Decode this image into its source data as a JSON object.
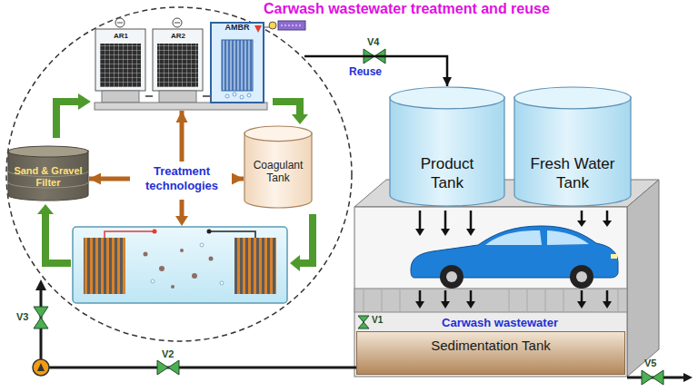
{
  "diagram": {
    "title": "Carwash wastewater treatment and reuse",
    "nodes": [
      {
        "text": [
          "Treatment technologies"
        ]
      },
      {
        "text": [
          "Sand & Gravel Filter"
        ]
      },
      {
        "text": [
          "Coagulant Tank"
        ]
      },
      {
        "text": [
          "AMBR"
        ]
      },
      {
        "text": [
          "Product Tank"
        ]
      },
      {
        "text": [
          "Fresh Water Tank"
        ]
      },
      {
        "text": [
          "Carwash wastewater"
        ]
      },
      {
        "text": [
          "Sedimentation Tank"
        ]
      }
    ],
    "edges": [
      {
        "from": 0,
        "to": 1,
        "arrow": "to"
      },
      {
        "from": 0,
        "to": 2,
        "arrow": "to"
      },
      {
        "from": 0,
        "to": 3,
        "arrow": "to"
      },
      {
        "from": 3,
        "to": 4,
        "arrow": "to",
        "label": "Reuse"
      }
    ],
    "labels": [
      "AR1",
      "AR2",
      "V4",
      "V1",
      "V2",
      "V3",
      "V5"
    ]
  }
}
